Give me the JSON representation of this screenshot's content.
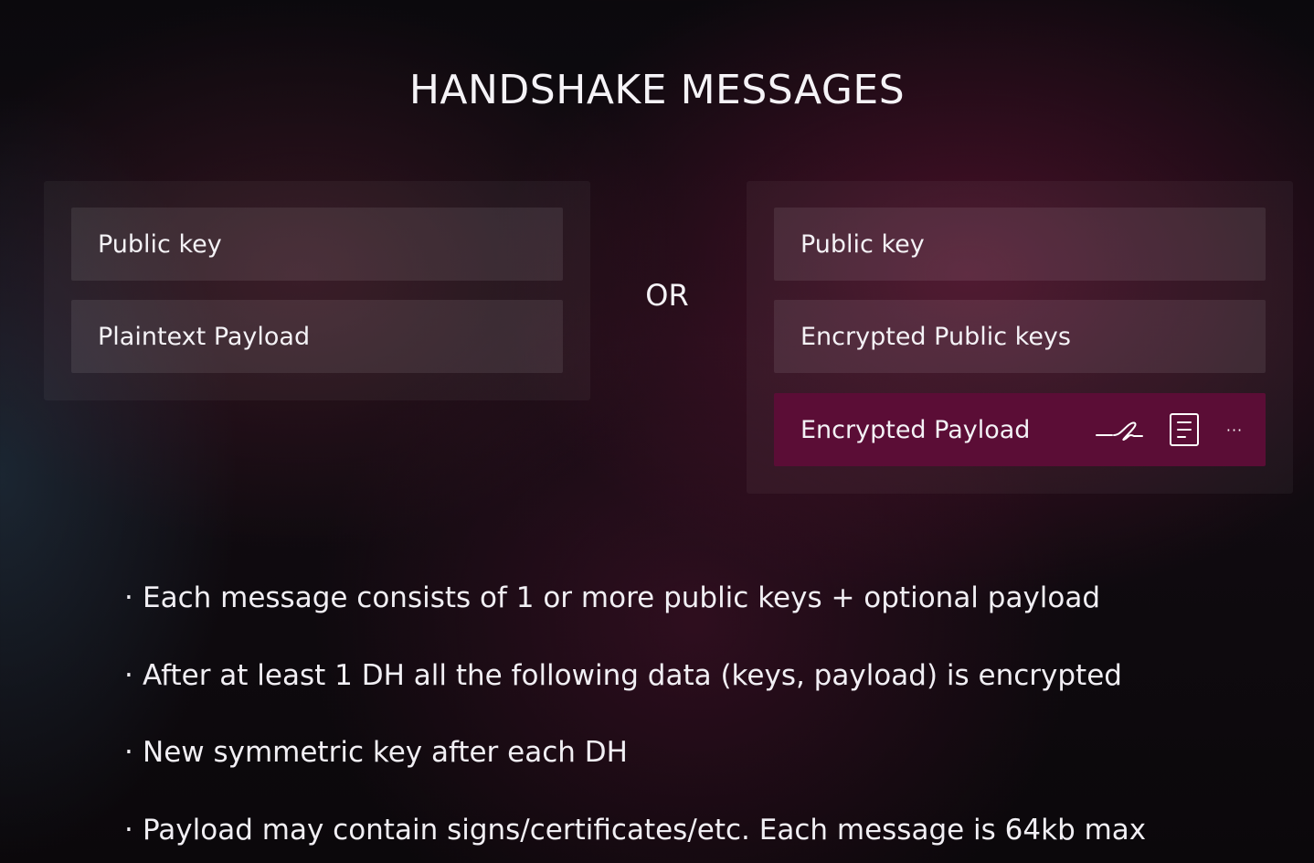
{
  "slide": {
    "title": "HANDSHAKE MESSAGES",
    "separator": "OR"
  },
  "left_message": {
    "rows": [
      {
        "label": "Public key"
      },
      {
        "label": "Plaintext Payload"
      }
    ]
  },
  "right_message": {
    "rows": [
      {
        "label": "Public key"
      },
      {
        "label": "Encrypted Public keys"
      },
      {
        "label": "Encrypted Payload",
        "highlight_color": "#5b0d36"
      }
    ],
    "payload_tools": [
      {
        "icon": "signature-icon"
      },
      {
        "icon": "document-icon"
      },
      {
        "icon": "more-icon",
        "glyph": "···"
      }
    ]
  },
  "bullets": [
    "Each message consists of 1 or more public keys + optional payload",
    "After at least 1 DH all the following data (keys, payload) is encrypted",
    "New symmetric key after each DH",
    "Payload may contain signs/certificates/etc. Each message is 64kb max"
  ],
  "bullet_glyph": "·",
  "colors": {
    "background": "#0d0a0e",
    "accent": "#5b0d36",
    "text": "#f4f2f6"
  }
}
